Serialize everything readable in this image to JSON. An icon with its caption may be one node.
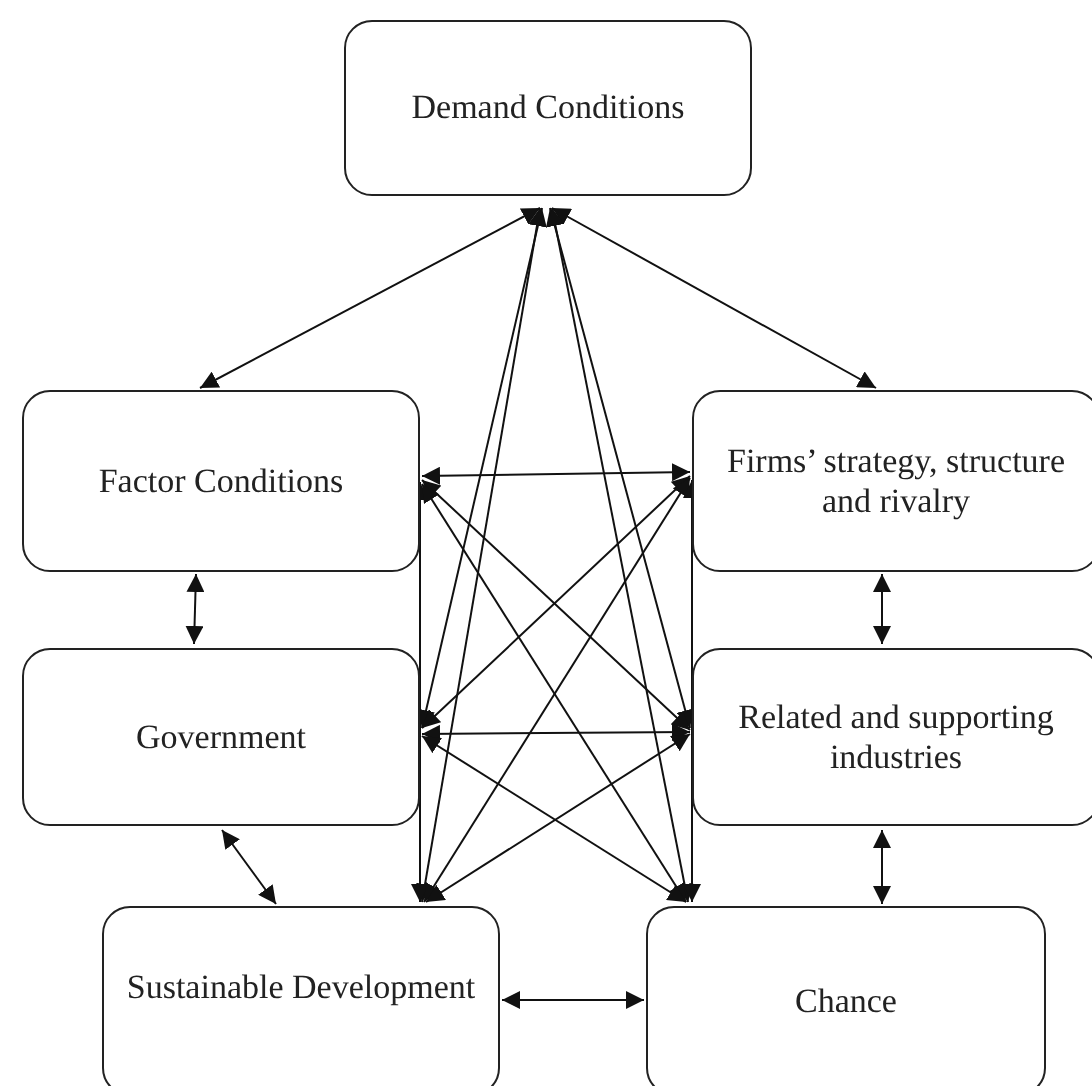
{
  "diagram": {
    "nodes": [
      {
        "text": [
          "Demand Conditions"
        ]
      },
      {
        "text": [
          "Factor Conditions"
        ]
      },
      {
        "text": [
          "Firms’ strategy, structure and rivalry"
        ]
      },
      {
        "text": [
          "Government"
        ]
      },
      {
        "text": [
          "Related and supporting industries"
        ]
      },
      {
        "text": [
          "Sustainable Development"
        ]
      },
      {
        "text": [
          "Chance"
        ]
      }
    ],
    "edges": [
      {
        "from": 0,
        "to": 1,
        "arrow": "both"
      },
      {
        "from": 0,
        "to": 2,
        "arrow": "both"
      },
      {
        "from": 0,
        "to": 3,
        "arrow": "both"
      },
      {
        "from": 0,
        "to": 4,
        "arrow": "both"
      },
      {
        "from": 0,
        "to": 5,
        "arrow": "both"
      },
      {
        "from": 0,
        "to": 6,
        "arrow": "both"
      },
      {
        "from": 1,
        "to": 2,
        "arrow": "both"
      },
      {
        "from": 1,
        "to": 3,
        "arrow": "both"
      },
      {
        "from": 1,
        "to": 4,
        "arrow": "both"
      },
      {
        "from": 1,
        "to": 5,
        "arrow": "both"
      },
      {
        "from": 1,
        "to": 6,
        "arrow": "both"
      },
      {
        "from": 2,
        "to": 3,
        "arrow": "both"
      },
      {
        "from": 2,
        "to": 4,
        "arrow": "both"
      },
      {
        "from": 2,
        "to": 5,
        "arrow": "both"
      },
      {
        "from": 2,
        "to": 6,
        "arrow": "both"
      },
      {
        "from": 3,
        "to": 4,
        "arrow": "both"
      },
      {
        "from": 3,
        "to": 5,
        "arrow": "both"
      },
      {
        "from": 3,
        "to": 6,
        "arrow": "both"
      },
      {
        "from": 4,
        "to": 5,
        "arrow": "both"
      },
      {
        "from": 4,
        "to": 6,
        "arrow": "both"
      },
      {
        "from": 5,
        "to": 6,
        "arrow": "both"
      }
    ]
  }
}
